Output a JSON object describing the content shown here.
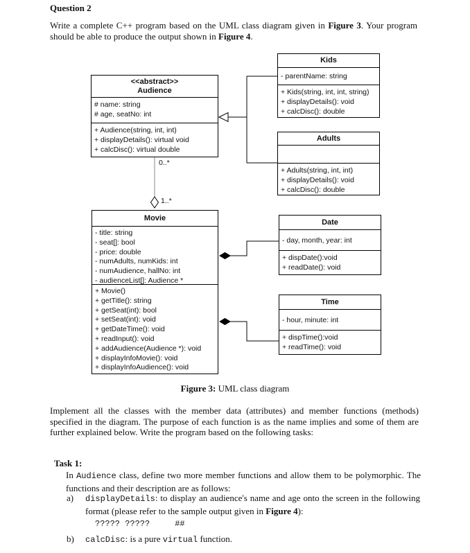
{
  "question": {
    "label": "Question 2"
  },
  "intro": {
    "part1": "Write a complete C++ program based on the UML class diagram given in ",
    "figure3": "Figure 3",
    "part2": ". Your program should be able to produce the output shown in ",
    "figure4": "Figure 4",
    "part3": "."
  },
  "diagram": {
    "classes": [
      {
        "stereotype": "<<abstract>>",
        "name": "Audience",
        "attributes": [
          "# name: string",
          "# age, seatNo: int"
        ],
        "methods": [
          "+ Audience(string, int, int)",
          "+ displayDetails(): virtual void",
          "+ calcDisc(): virtual double"
        ]
      },
      {
        "name": "Kids",
        "attributes": [
          "- parentName: string"
        ],
        "methods": [
          "+ Kids(string, int, int, string)",
          "+ displayDetails(): void",
          "+ calcDisc(): double"
        ]
      },
      {
        "name": "Adults",
        "attributes": [],
        "methods": [
          "+ Adults(string, int, int)",
          "+ displayDetails(): void",
          "+ calcDisc(): double"
        ]
      },
      {
        "name": "Movie",
        "attributes": [
          "- title: string",
          "- seat[]: bool",
          "- price: double",
          "- numAdults, numKids: int",
          "- numAudience, hallNo: int",
          "- audienceList[]: Audience *"
        ],
        "methods": [
          "+ Movie()",
          "+ getTitle(): string",
          "+ getSeat(int): bool",
          "+ setSeat(int): void",
          "+ getDateTime(): void",
          "+ readInput(): void",
          "+ addAudience(Audience *): void",
          "+ displayInfoMovie(): void",
          "+ displayInfoAudience(): void"
        ]
      },
      {
        "name": "Date",
        "attributes": [
          "- day, month, year: int"
        ],
        "methods": [
          "+ dispDate():void",
          "+ readDate(): void"
        ]
      },
      {
        "name": "Time",
        "attributes": [
          "- hour, minute: int"
        ],
        "methods": [
          "+ dispTime():void",
          "+ readTime(): void"
        ]
      }
    ],
    "multiplicity_upper": "0..*",
    "multiplicity_lower": "1..*",
    "caption": {
      "label": "Figure 3:",
      "text": " UML class diagram"
    }
  },
  "implement_paragraph": "Implement all the classes with the member data (attributes) and member functions (methods) specified in the diagram. The purpose of each function is as the name implies and some of them are further explained below. Write the program based on the following tasks:",
  "task1": {
    "heading": "Task 1:",
    "intro": {
      "part1": "In ",
      "code": "Audience",
      "part2": " class, define two more member functions and allow them to be polymorphic. The functions and their description are as follows:"
    },
    "item_a": {
      "marker": "a)",
      "code": "displayDetails",
      "part1": ": to display an audience's name and age onto the screen in the following format (please refer to the sample output given in ",
      "figure4": "Figure 4",
      "part2": "):"
    },
    "sample_output": "????? ?????     ##",
    "item_b": {
      "marker": "b)",
      "code": "calcDisc",
      "part1": ": is a pure ",
      "code2": "virtual",
      "part2": " function."
    }
  }
}
